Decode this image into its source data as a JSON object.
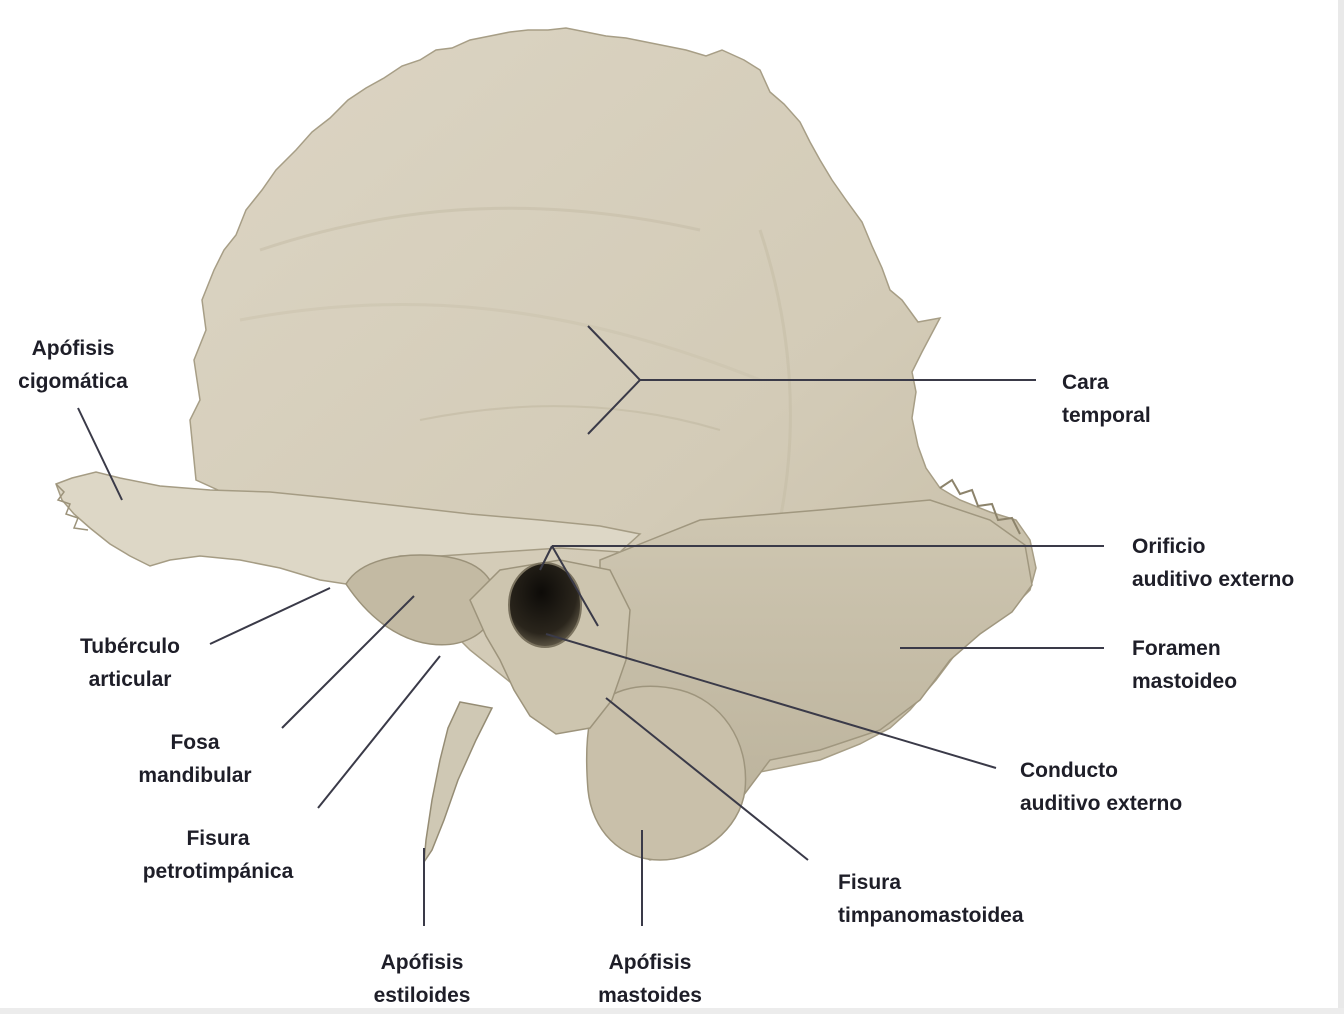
{
  "labels": {
    "apofisis_cigomatica": [
      "Apófisis",
      "cigomática"
    ],
    "cara_temporal": [
      "Cara",
      "temporal"
    ],
    "orificio_auditivo_externo": [
      "Orificio",
      "auditivo externo"
    ],
    "foramen_mastoideo": [
      "Foramen",
      "mastoideo"
    ],
    "conducto_auditivo_externo": [
      "Conducto",
      "auditivo externo"
    ],
    "tuberculo_articular": [
      "Tubérculo",
      "articular"
    ],
    "fosa_mandibular": [
      "Fosa",
      "mandibular"
    ],
    "fisura_petrotimpanica": [
      "Fisura",
      "petrotimpánica"
    ],
    "fisura_timpanomastoidea": [
      "Fisura",
      "timpanomastoidea"
    ],
    "apofisis_estiloides": [
      "Apófisis",
      "estiloides"
    ],
    "apofisis_mastoides": [
      "Apófisis",
      "mastoides"
    ]
  },
  "colors": {
    "bone": "#d8d1bf",
    "bone_shadow": "#b3aa93",
    "cavity": "#1a1712",
    "leader_line": "#3a3a48",
    "label_text": "#1e1e28"
  }
}
